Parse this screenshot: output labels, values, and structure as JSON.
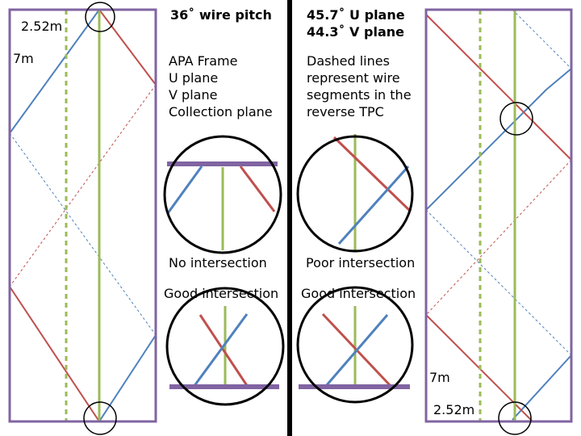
{
  "left_panel": {
    "title": "36˚ wire pitch",
    "dim_width": "2.52m",
    "dim_height": "7m"
  },
  "legend": [
    {
      "text": "APA Frame",
      "color": "#8064a2"
    },
    {
      "text": "U plane",
      "color": "#4f81bd"
    },
    {
      "text": "V plane",
      "color": "#c0504d"
    },
    {
      "text": "Collection plane",
      "color": "#9bbb59"
    }
  ],
  "insets": {
    "no_intersection": "No intersection",
    "good_intersection_left": "Good intersection",
    "poor_intersection": "Poor intersection",
    "good_intersection_right": "Good intersection"
  },
  "right_panel": {
    "title_line1": "45.7˚ U plane",
    "title_line2": "44.3˚ V plane",
    "note_lines": [
      "Dashed lines",
      "represent wire",
      "segments in the",
      "reverse TPC"
    ],
    "dim_width": "2.52m",
    "dim_height": "7m"
  },
  "colors": {
    "apa_frame": "#8064a2",
    "u_plane": "#4f81bd",
    "v_plane": "#c0504d",
    "collection": "#9bbb59",
    "divider": "#000000"
  }
}
